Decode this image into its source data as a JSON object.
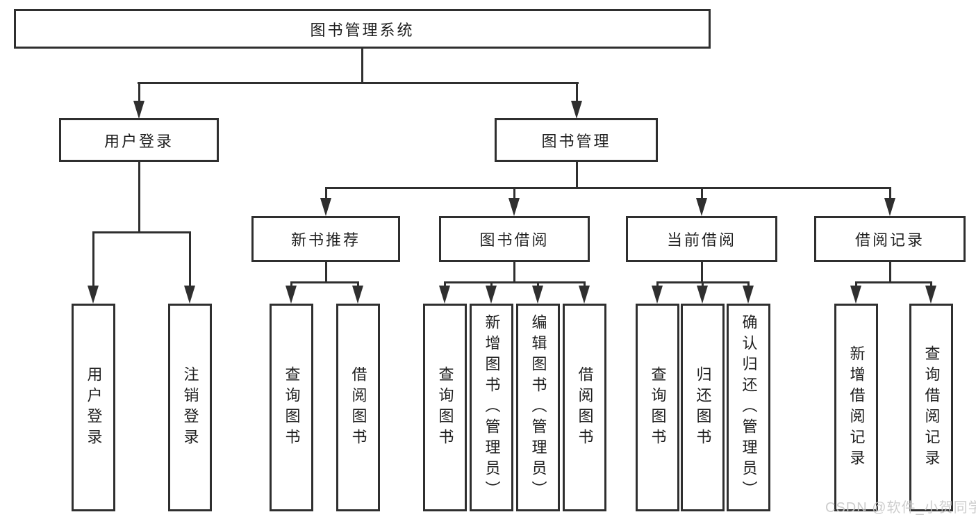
{
  "nodes": {
    "root": "图书管理系统",
    "user_login": "用户登录",
    "book_mgmt": "图书管理",
    "new_recommend": "新书推荐",
    "book_borrow": "图书借阅",
    "current_borrow": "当前借阅",
    "borrow_record": "借阅记录",
    "leaves_user_login": [
      "用户登录",
      "注销登录"
    ],
    "leaves_new_recommend": [
      "查询图书",
      "借阅图书"
    ],
    "leaves_book_borrow": [
      "查询图书",
      "新增图书（管理员）",
      "编辑图书（管理员）",
      "借阅图书"
    ],
    "leaves_current_borrow": [
      "查询图书",
      "归还图书",
      "确认归还（管理员）"
    ],
    "leaves_borrow_record": [
      "新增借阅记录",
      "查询借阅记录"
    ]
  },
  "watermark": "CSDN @软件_小贺同学",
  "colors": {
    "line": "#2f2f2f",
    "text": "#1f1f1f",
    "watermark": "#c9c9c9",
    "background": "#ffffff"
  }
}
